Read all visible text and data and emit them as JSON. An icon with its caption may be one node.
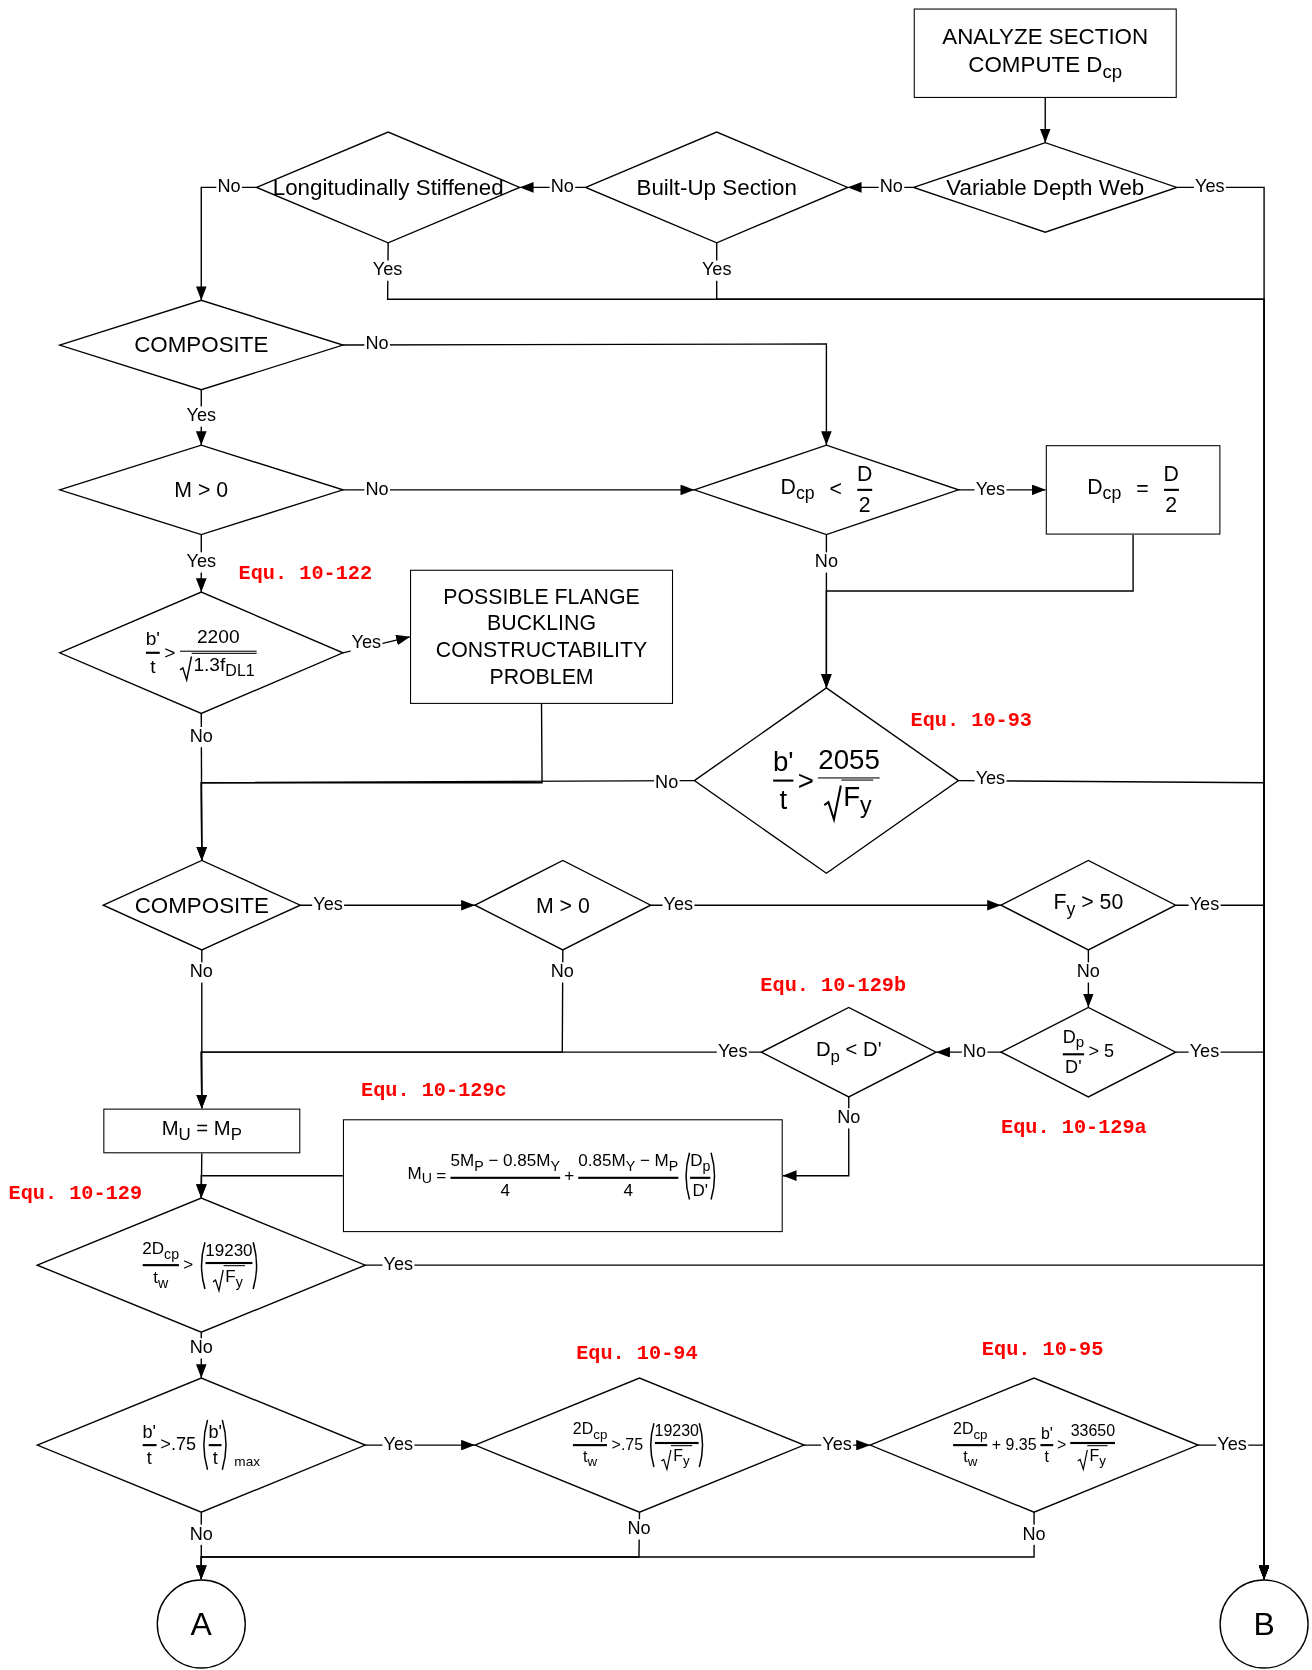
{
  "diagram": {
    "nodes": [
      {
        "text": [
          "ANALYZE SECTION COMPUTE D$_{cp}$"
        ]
      },
      {
        "text": [
          "Variable Depth Web"
        ]
      },
      {
        "text": [
          "Built-Up Section"
        ]
      },
      {
        "text": [
          "Longitudinally Stiffened"
        ]
      },
      {
        "text": [
          "COMPOSITE"
        ]
      },
      {
        "text": [
          "M > 0"
        ]
      },
      {
        "text": [
          "D$_{cp}$",
          "<",
          "D",
          "2"
        ]
      },
      {
        "text": [
          "D$_{cp}$",
          "=",
          "D",
          "2"
        ]
      },
      {
        "text": [
          "b'",
          "t",
          ">",
          "2200",
          "1.3f$_{DL1}$"
        ],
        "beside": [
          "Equ. 10-122"
        ]
      },
      {
        "text": [
          "POSSIBLE FLANGE BUCKLING CONSTRUCTABILITY PROBLEM"
        ]
      },
      {
        "text": [
          "b'",
          "t",
          ">",
          "2055",
          "F$_{y}$"
        ],
        "beside": [
          "Equ. 10-93"
        ]
      },
      {
        "text": [
          "COMPOSITE"
        ]
      },
      {
        "text": [
          "M > 0"
        ]
      },
      {
        "text": [
          "F$_{y}$ > 50"
        ]
      },
      {
        "text": [
          "D$_{p}$",
          "D'",
          "> 5"
        ],
        "beside": [
          "Equ. 10-129a"
        ]
      },
      {
        "text": [
          "D$_{p}$ < D'"
        ],
        "beside": [
          "Equ. 10-129b"
        ]
      },
      {
        "text": [
          "M$_{U}$ = M$_{P}$"
        ]
      },
      {
        "text": [
          "M$_{U}$",
          "=",
          "5M$_{P}$ − 0.85M$_{Y}$",
          "4",
          "+",
          "0.85M$_{Y}$ − M$_{P}$",
          "4",
          "D$_{p}$",
          "D'"
        ],
        "beside": [
          "Equ. 10-129c"
        ]
      },
      {
        "text": [
          "2D$_{cp}$",
          "t$_{w}$",
          ">",
          "19230",
          "F$_{y}$"
        ],
        "beside": [
          "Equ. 10-129"
        ]
      },
      {
        "text": [
          "b'",
          "t",
          ">.75",
          "b'",
          "t",
          "max"
        ]
      },
      {
        "text": [
          "2D$_{cp}$",
          "t$_{w}$",
          ">.75",
          "19230",
          "F$_{y}$"
        ],
        "beside": [
          "Equ. 10-94"
        ]
      },
      {
        "text": [
          "2D$_{cp}$",
          "t$_{w}$",
          "+ 9.35",
          "b'",
          "t",
          ">",
          "33650",
          "F$_{y}$"
        ],
        "beside": [
          "Equ. 10-95"
        ]
      },
      {
        "text": [
          "A"
        ]
      },
      {
        "text": [
          "B"
        ]
      }
    ],
    "edges": [
      {
        "from": 0,
        "to": 1,
        "arrow": "to"
      },
      {
        "from": 1,
        "to": 2,
        "arrow": "to",
        "label": "No"
      },
      {
        "from": 2,
        "to": 3,
        "arrow": "to",
        "label": "No"
      },
      {
        "from": 1,
        "to": 23,
        "arrow": "to",
        "label": "Yes"
      },
      {
        "from": 3,
        "to": 23,
        "arrow": "to",
        "label": "Yes"
      },
      {
        "from": 2,
        "to": 23,
        "arrow": "to",
        "label": "Yes"
      },
      {
        "from": 3,
        "to": 4,
        "arrow": "to",
        "label": "No"
      },
      {
        "from": 4,
        "to": 6,
        "arrow": "to",
        "label": "No"
      },
      {
        "from": 4,
        "to": 5,
        "arrow": "to",
        "label": "Yes"
      },
      {
        "from": 5,
        "to": 6,
        "arrow": "to",
        "label": "No"
      },
      {
        "from": 6,
        "to": 7,
        "arrow": "to",
        "label": "Yes"
      },
      {
        "from": 6,
        "to": 10,
        "arrow": "to",
        "label": "No"
      },
      {
        "from": 7,
        "to": 10,
        "arrow": "to"
      },
      {
        "from": 5,
        "to": 8,
        "arrow": "to",
        "label": "Yes"
      },
      {
        "from": 8,
        "to": 9,
        "arrow": "to",
        "label": "Yes"
      },
      {
        "from": 9,
        "to": 11,
        "arrow": "to"
      },
      {
        "from": 10,
        "to": 11,
        "arrow": "to",
        "label": "No"
      },
      {
        "from": 8,
        "to": 11,
        "arrow": "to",
        "label": "No"
      },
      {
        "from": 10,
        "to": 23,
        "arrow": "to",
        "label": "Yes"
      },
      {
        "from": 11,
        "to": 12,
        "arrow": "to",
        "label": "Yes"
      },
      {
        "from": 12,
        "to": 13,
        "arrow": "to",
        "label": "Yes"
      },
      {
        "from": 13,
        "to": 23,
        "arrow": "to",
        "label": "Yes"
      },
      {
        "from": 11,
        "to": 16,
        "arrow": "to",
        "label": "No"
      },
      {
        "from": 12,
        "to": 16,
        "arrow": "to",
        "label": "No"
      },
      {
        "from": 13,
        "to": 14,
        "arrow": "to",
        "label": "No"
      },
      {
        "from": 14,
        "to": 15,
        "arrow": "to",
        "label": "No"
      },
      {
        "from": 14,
        "to": 23,
        "arrow": "to",
        "label": "Yes"
      },
      {
        "from": 15,
        "to": 16,
        "arrow": "to",
        "label": "Yes"
      },
      {
        "from": 15,
        "to": 17,
        "arrow": "to",
        "label": "No"
      },
      {
        "from": 16,
        "to": 18,
        "arrow": "to"
      },
      {
        "from": 17,
        "to": 18,
        "arrow": "to"
      },
      {
        "from": 18,
        "to": 23,
        "arrow": "to",
        "label": "Yes"
      },
      {
        "from": 18,
        "to": 19,
        "arrow": "to",
        "label": "No"
      },
      {
        "from": 19,
        "to": 20,
        "arrow": "to",
        "label": "Yes"
      },
      {
        "from": 20,
        "to": 21,
        "arrow": "to",
        "label": "Yes"
      },
      {
        "from": 21,
        "to": 23,
        "arrow": "to",
        "label": "Yes"
      },
      {
        "from": 19,
        "to": 22,
        "arrow": "to",
        "label": "No"
      },
      {
        "from": 20,
        "to": 22,
        "arrow": "to",
        "label": "No"
      },
      {
        "from": 21,
        "to": 22,
        "arrow": "to",
        "label": "No"
      }
    ]
  }
}
